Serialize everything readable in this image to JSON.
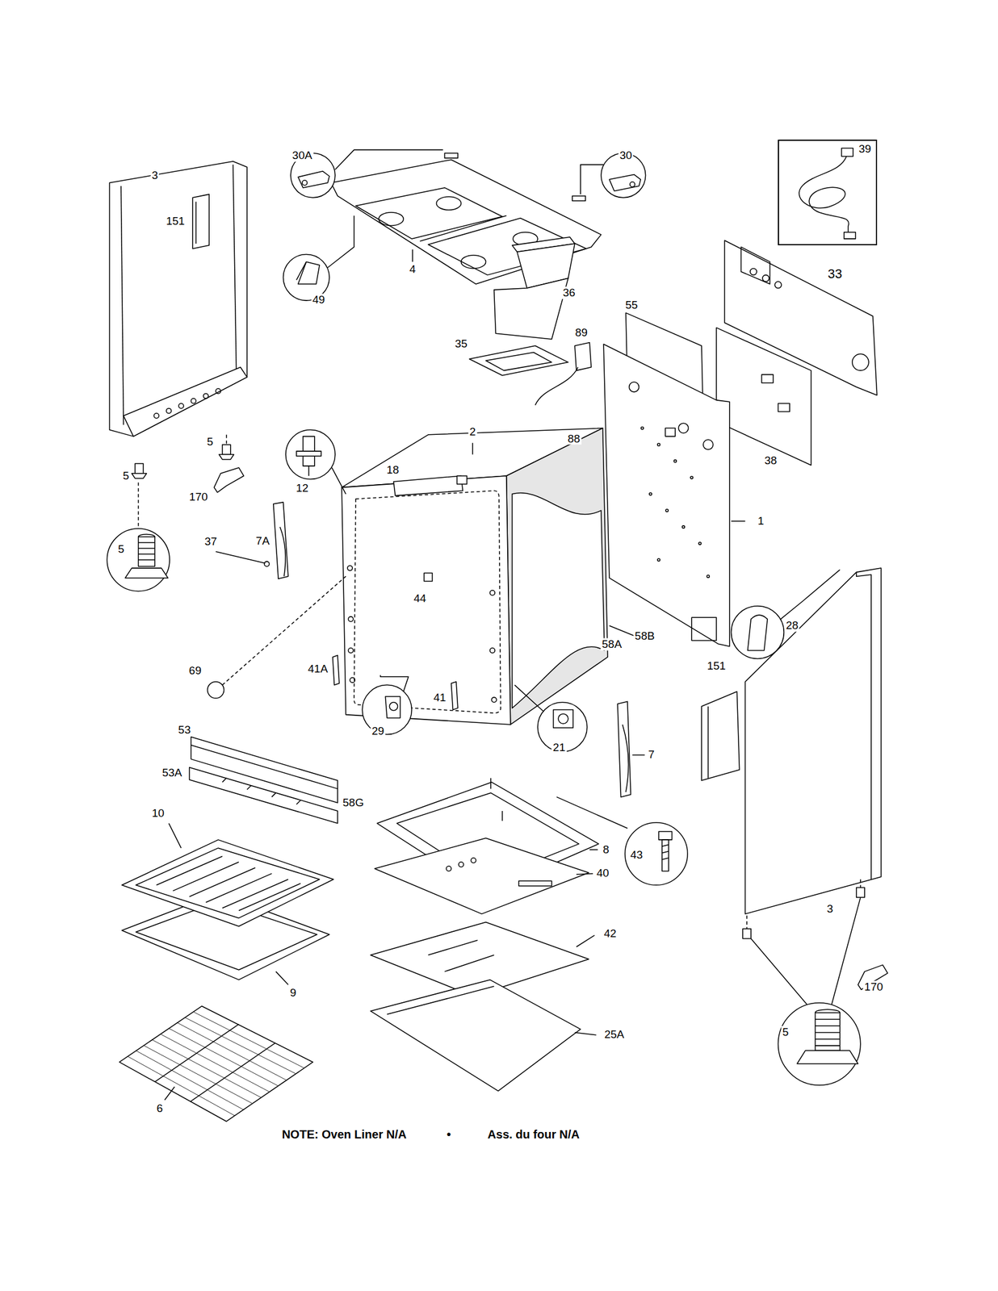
{
  "diagram": {
    "nodes": [
      {
        "text": [
          "39"
        ]
      }
    ],
    "labels": [
      "3",
      "30A",
      "30",
      "151",
      "33",
      "4",
      "49",
      "36",
      "55",
      "89",
      "35",
      "2",
      "5",
      "88",
      "38",
      "18",
      "5",
      "12",
      "170",
      "1",
      "7A",
      "37",
      "5",
      "44",
      "28",
      "58B",
      "58A",
      "151",
      "41A",
      "69",
      "41",
      "53",
      "29",
      "21",
      "7",
      "53A",
      "58G",
      "10",
      "8",
      "43",
      "40",
      "3",
      "42",
      "170",
      "9",
      "5",
      "25A",
      "6",
      "NOTE: Oven Liner N/A",
      "•",
      "Ass. du four N/A"
    ]
  }
}
